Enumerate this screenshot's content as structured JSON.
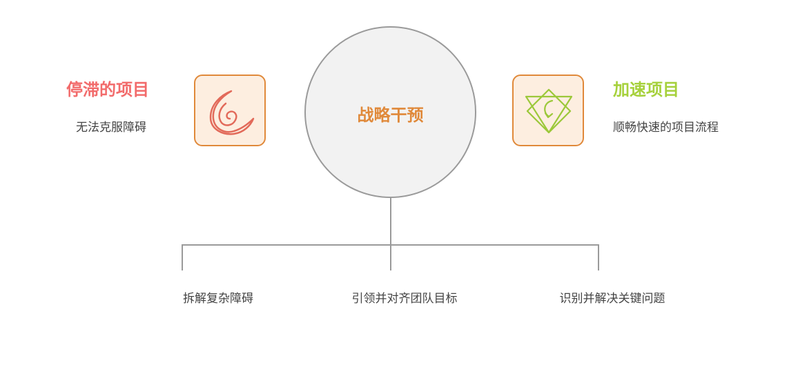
{
  "left_item": {
    "title": "停滞的项目",
    "subtitle": "无法克服障碍",
    "icon": "spiral-swirl-icon"
  },
  "center": {
    "label": "战略干预"
  },
  "right_item": {
    "title": "加速项目",
    "subtitle": "顺畅快速的项目流程",
    "icon": "accelerate-arrow-diamond-icon"
  },
  "branches": [
    {
      "label": "拆解复杂障碍"
    },
    {
      "label": "引领并对齐团队目标"
    },
    {
      "label": "识别并解决关键问题"
    }
  ],
  "colors": {
    "stalled": "#f26b6b",
    "accelerate": "#a6d13c",
    "accent": "#e0893a",
    "line": "#9a9a9a"
  }
}
